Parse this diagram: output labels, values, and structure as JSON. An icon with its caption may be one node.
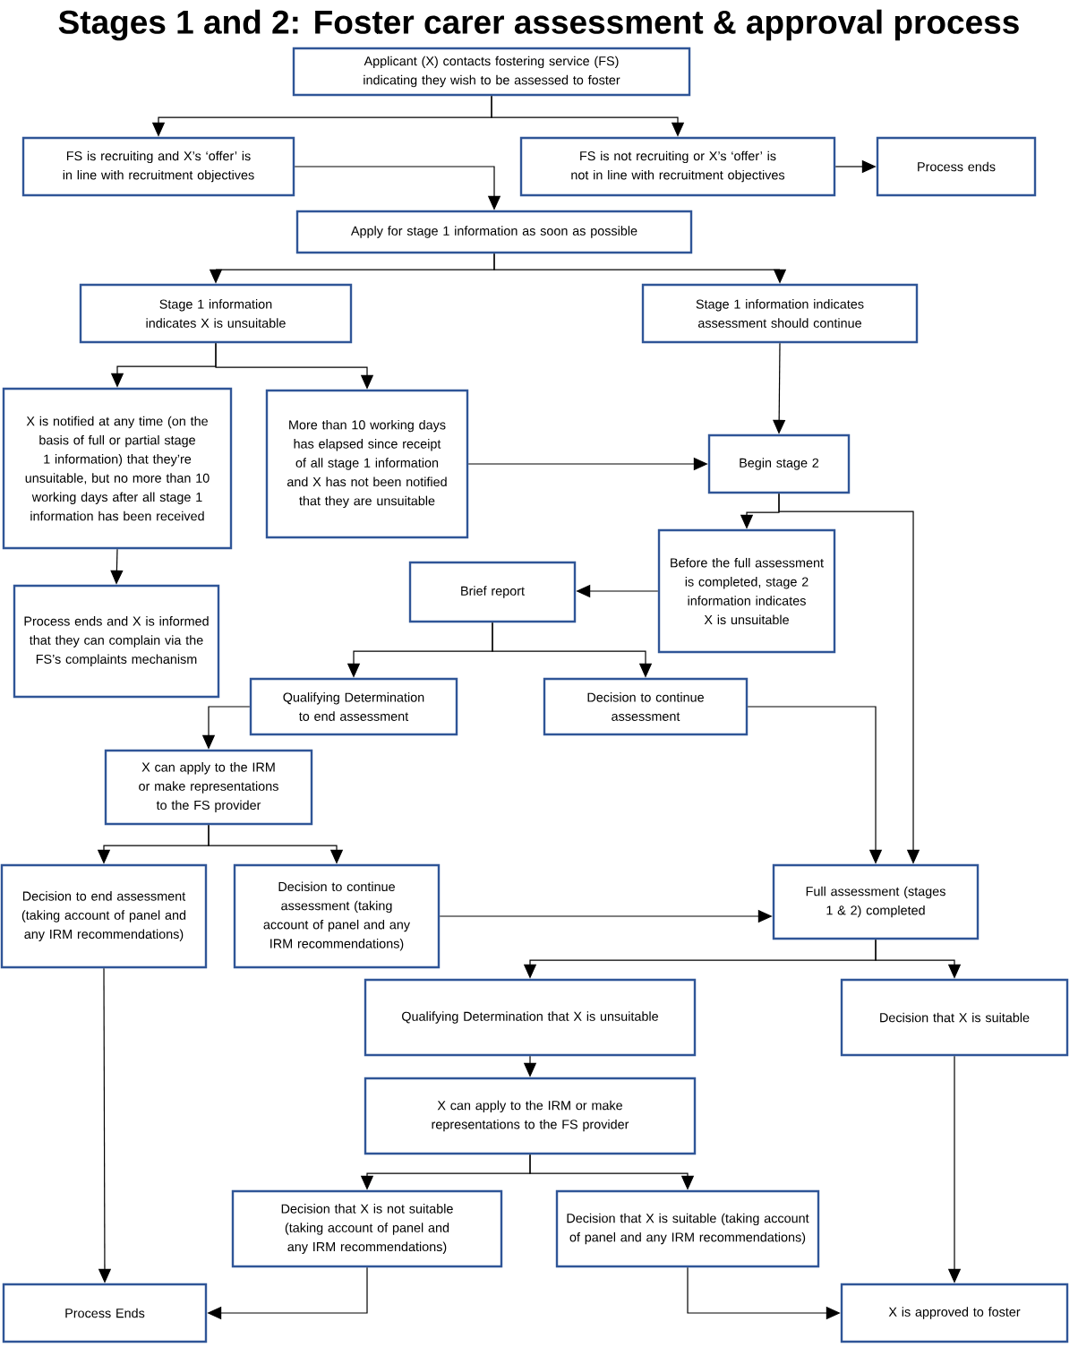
{
  "diagram": {
    "title": "Stages 1 and 2: Foster carer assessment & approval process",
    "nodes": [
      {
        "text": [
          "Applicant (X) contacts fostering service (FS) indicating they wish to be assessed to foster"
        ]
      },
      {
        "text": [
          "FS is recruiting and X’s ‘offer’ is in line with recruitment objectives"
        ]
      },
      {
        "text": [
          "FS is not recruiting or X’s ‘offer’ is not in line with recruitment objectives"
        ]
      },
      {
        "text": [
          "Process ends"
        ]
      },
      {
        "text": [
          "Apply for stage 1 information as soon as possible"
        ]
      },
      {
        "text": [
          "Stage 1 information indicates X is unsuitable"
        ]
      },
      {
        "text": [
          "Stage 1 information indicates assessment should continue"
        ]
      },
      {
        "text": [
          "X is notified at any time (on the basis of full or partial stage 1 information) that they’re unsuitable, but no more than 10 working days after all stage 1 information has been received"
        ]
      },
      {
        "text": [
          "More than 10 working days has elapsed since receipt of all stage 1 information and X has not been notified that they are unsuitable"
        ]
      },
      {
        "text": [
          "Begin stage 2"
        ]
      },
      {
        "text": [
          "Before the full assessment is completed, stage 2 information indicates X is unsuitable"
        ]
      },
      {
        "text": [
          "Brief report"
        ]
      },
      {
        "text": [
          "Process ends and X is informed that they can complain via the FS’s complaints mechanism"
        ]
      },
      {
        "text": [
          "Qualifying Determination to end assessment"
        ]
      },
      {
        "text": [
          "Decision to continue assessment"
        ]
      },
      {
        "text": [
          "X can apply to the IRM or make representations to the FS provider"
        ]
      },
      {
        "text": [
          "Decision to end assessment (taking account of panel and any IRM recommendations)"
        ]
      },
      {
        "text": [
          "Decision to continue assessment (taking account of panel and any IRM recommendations)"
        ]
      },
      {
        "text": [
          "Full assessment (stages 1 & 2) completed"
        ]
      },
      {
        "text": [
          "Qualifying Determination that X is unsuitable"
        ]
      },
      {
        "text": [
          "Decision that X is suitable"
        ]
      },
      {
        "text": [
          "X can apply to the IRM or make representations to the FS provider"
        ]
      },
      {
        "text": [
          "Decision that X is not suitable (taking account of panel and any IRM recommendations)"
        ]
      },
      {
        "text": [
          "Decision that X is suitable (taking account of panel and any IRM recommendations)"
        ]
      },
      {
        "text": [
          "Process Ends"
        ]
      },
      {
        "text": [
          "X is approved to foster"
        ]
      }
    ],
    "edges": [
      {
        "from": 0,
        "to": 1,
        "arrow": "to"
      },
      {
        "from": 0,
        "to": 2,
        "arrow": "to"
      },
      {
        "from": 2,
        "to": 3,
        "arrow": "to"
      },
      {
        "from": 1,
        "to": 4,
        "arrow": "to"
      },
      {
        "from": 4,
        "to": 5,
        "arrow": "to"
      },
      {
        "from": 4,
        "to": 6,
        "arrow": "to"
      },
      {
        "from": 5,
        "to": 7,
        "arrow": "to"
      },
      {
        "from": 5,
        "to": 8,
        "arrow": "to"
      },
      {
        "from": 6,
        "to": 9,
        "arrow": "to"
      },
      {
        "from": 8,
        "to": 9,
        "arrow": "to"
      },
      {
        "from": 7,
        "to": 12,
        "arrow": "to"
      },
      {
        "from": 9,
        "to": 10,
        "arrow": "to"
      },
      {
        "from": 9,
        "to": 18,
        "arrow": "to"
      },
      {
        "from": 10,
        "to": 11,
        "arrow": "to"
      },
      {
        "from": 11,
        "to": 13,
        "arrow": "to"
      },
      {
        "from": 11,
        "to": 14,
        "arrow": "to"
      },
      {
        "from": 13,
        "to": 15,
        "arrow": "to"
      },
      {
        "from": 14,
        "to": 18,
        "arrow": "to"
      },
      {
        "from": 15,
        "to": 16,
        "arrow": "to"
      },
      {
        "from": 15,
        "to": 17,
        "arrow": "to"
      },
      {
        "from": 17,
        "to": 18,
        "arrow": "to"
      },
      {
        "from": 18,
        "to": 19,
        "arrow": "to"
      },
      {
        "from": 18,
        "to": 20,
        "arrow": "to"
      },
      {
        "from": 19,
        "to": 21,
        "arrow": "to"
      },
      {
        "from": 21,
        "to": 22,
        "arrow": "to"
      },
      {
        "from": 21,
        "to": 23,
        "arrow": "to"
      },
      {
        "from": 16,
        "to": 24,
        "arrow": "to"
      },
      {
        "from": 22,
        "to": 24,
        "arrow": "to"
      },
      {
        "from": 23,
        "to": 25,
        "arrow": "to"
      },
      {
        "from": 20,
        "to": 25,
        "arrow": "to"
      }
    ]
  }
}
